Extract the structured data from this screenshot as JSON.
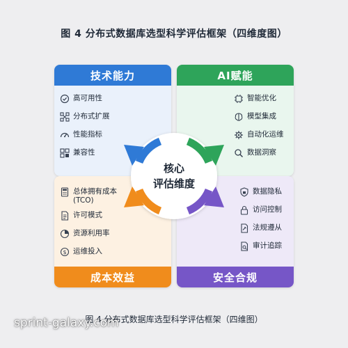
{
  "title": "图 4 分布式数据库选型科学评估框架（四维度图）",
  "center_line1": "核心",
  "center_line2": "评估维度",
  "caption": "图 4 分布式数据库选型科学评估框架（四维图）",
  "watermark": "sprint-galaxy.com",
  "panels": {
    "tech": {
      "title": "技术能力",
      "color": "#2f7ad6",
      "items": [
        {
          "label": "高可用性",
          "icon": "check-circle-icon"
        },
        {
          "label": "分布式扩展",
          "icon": "nodes-icon"
        },
        {
          "label": "性能指标",
          "icon": "gauge-icon"
        },
        {
          "label": "兼容性",
          "icon": "puzzle-icon"
        }
      ]
    },
    "ai": {
      "title": "AI赋能",
      "color": "#2ea45a",
      "items": [
        {
          "label": "智能优化",
          "icon": "ai-chip-icon"
        },
        {
          "label": "模型集成",
          "icon": "brain-icon"
        },
        {
          "label": "自动化运维",
          "icon": "gear-icon"
        },
        {
          "label": "数据洞察",
          "icon": "search-icon"
        }
      ]
    },
    "cost": {
      "title": "成本效益",
      "color": "#f08c1c",
      "items": [
        {
          "label": "总体拥有成本\n(TCO)",
          "icon": "calculator-icon"
        },
        {
          "label": "许可模式",
          "icon": "document-icon"
        },
        {
          "label": "资源利用率",
          "icon": "pie-chart-icon"
        },
        {
          "label": "运维投入",
          "icon": "coins-icon"
        }
      ]
    },
    "compliance": {
      "title": "安全合规",
      "color": "#7656c7",
      "items": [
        {
          "label": "数据隐私",
          "icon": "shield-icon"
        },
        {
          "label": "访问控制",
          "icon": "lock-icon"
        },
        {
          "label": "法规遵从",
          "icon": "gavel-icon"
        },
        {
          "label": "审计追踪",
          "icon": "audit-log-icon"
        }
      ]
    }
  }
}
